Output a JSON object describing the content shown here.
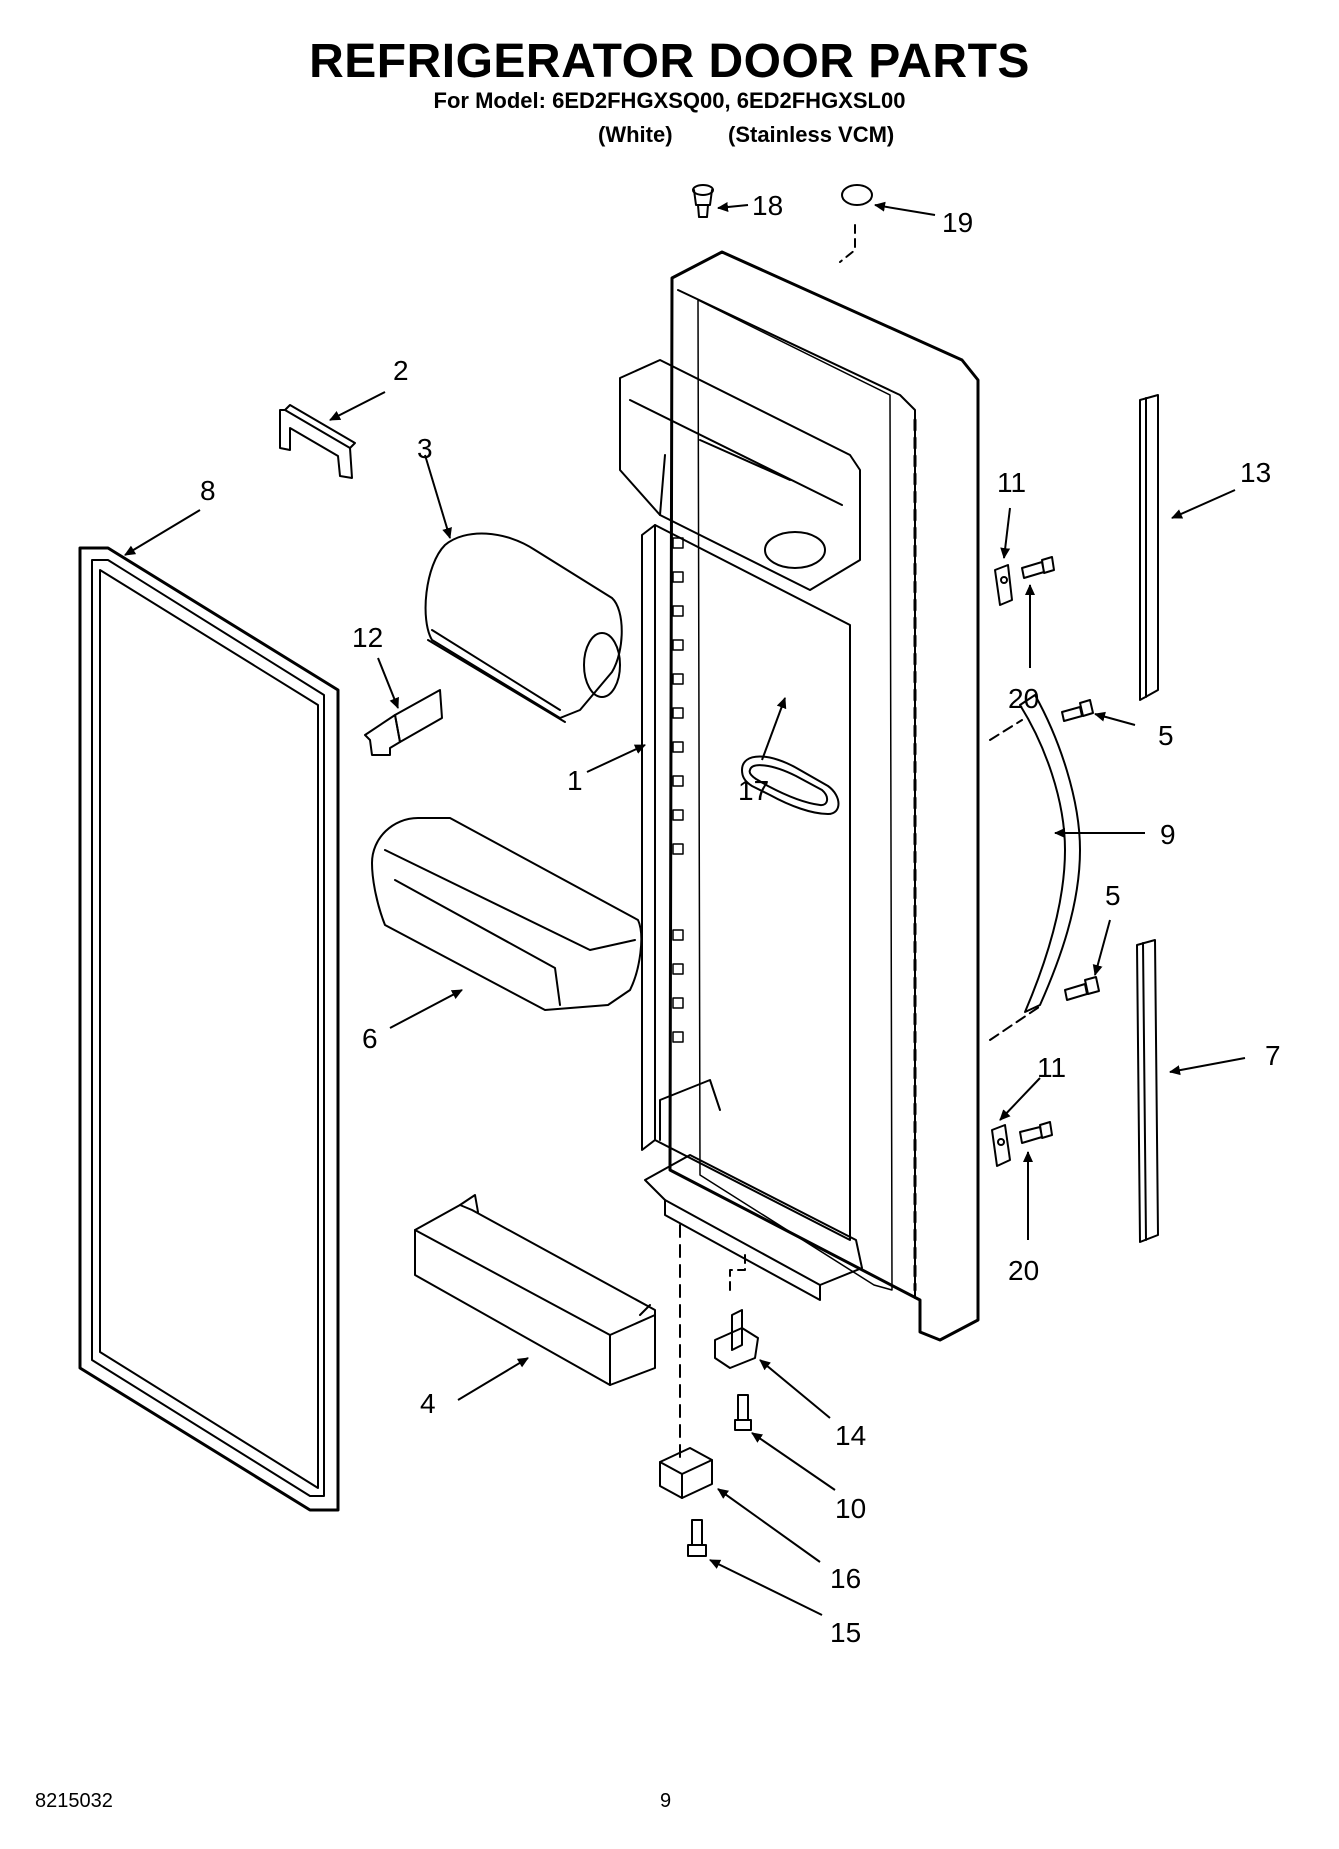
{
  "header": {
    "title": "REFRIGERATOR DOOR PARTS",
    "model_line": "For Model: 6ED2FHGXSQ00, 6ED2FHGXSL00",
    "finish_white": "(White)",
    "finish_stainless": "(Stainless VCM)"
  },
  "callouts": {
    "p1": "1",
    "p2": "2",
    "p3": "3",
    "p4": "4",
    "p5a": "5",
    "p5b": "5",
    "p6": "6",
    "p7": "7",
    "p8": "8",
    "p9": "9",
    "p10": "10",
    "p11a": "11",
    "p11b": "11",
    "p12": "12",
    "p13": "13",
    "p14": "14",
    "p15": "15",
    "p16": "16",
    "p17": "17",
    "p18": "18",
    "p19": "19",
    "p20a": "20",
    "p20b": "20"
  },
  "footer": {
    "doc_number": "8215032",
    "page_number": "9"
  }
}
